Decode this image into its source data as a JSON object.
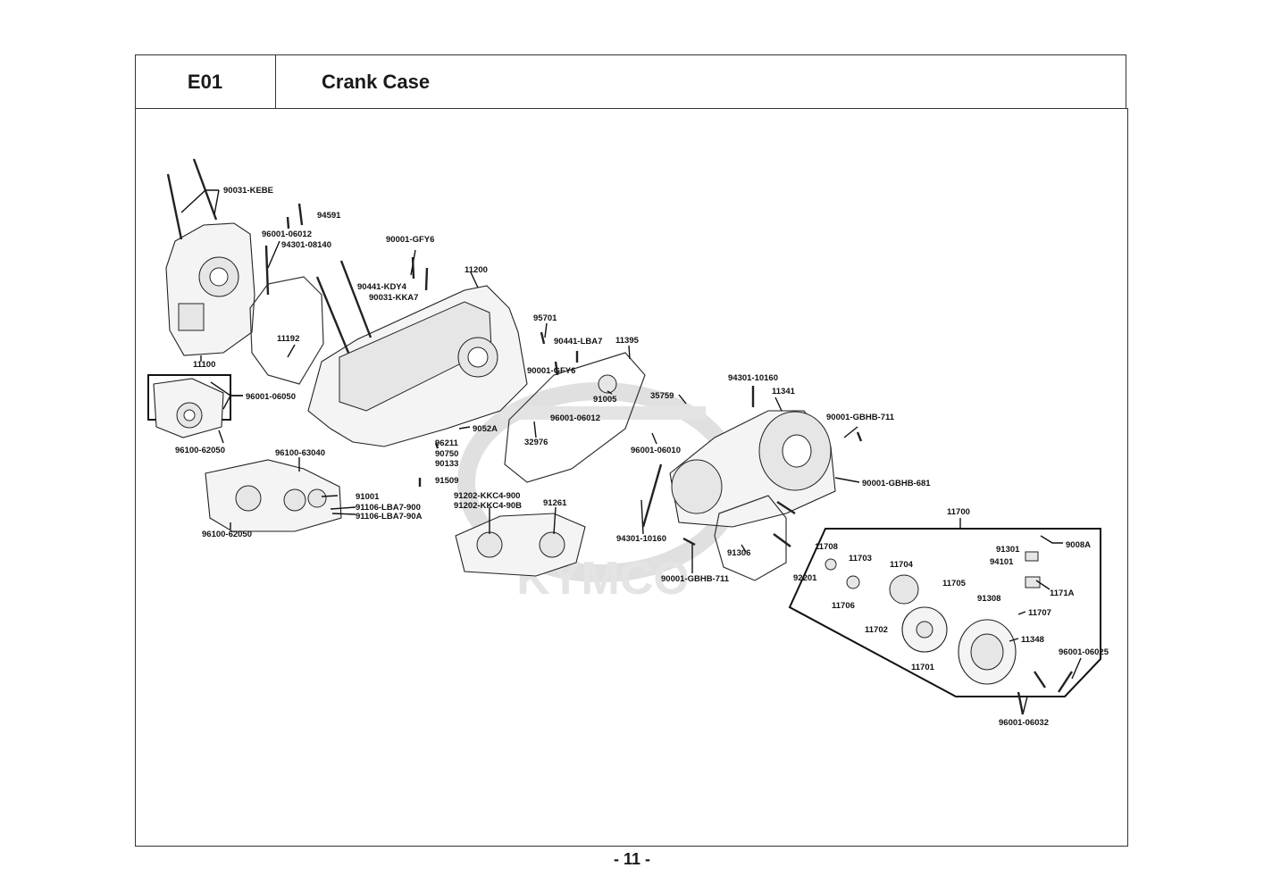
{
  "header": {
    "section_code": "E01",
    "section_title": "Crank Case"
  },
  "footer": {
    "page_number": "- 11 -"
  },
  "watermark": {
    "text": "KYMCO"
  },
  "callouts": [
    "90031-KEBE",
    "94591",
    "96001-06012",
    "94301-08140",
    "90001-GFY6",
    "11200",
    "90441-KDY4",
    "90031-KKA7",
    "11192",
    "11100",
    "96001-06050",
    "96100-62050",
    "95701",
    "90441-LBA7",
    "11395",
    "90001-GFY6",
    "91005",
    "35759",
    "94301-10160",
    "11341",
    "90001-GBHB-711",
    "96001-06012",
    "32976",
    "9052A",
    "96211",
    "90750",
    "90133",
    "91509",
    "96100-63040",
    "91001",
    "91106-LBA7-900",
    "91106-LBA7-90A",
    "96100-62050",
    "91202-KKC4-900",
    "91202-KKC4-90B",
    "91261",
    "96001-06010",
    "90001-GBHB-681",
    "94301-10160",
    "11700",
    "91301",
    "9008A",
    "94101",
    "11708",
    "11703",
    "11704",
    "91306",
    "90001-GBHB-711",
    "92201",
    "11705",
    "91308",
    "1171A",
    "11706",
    "11707",
    "11702",
    "11348",
    "11701",
    "96001-06025",
    "96001-06032"
  ]
}
